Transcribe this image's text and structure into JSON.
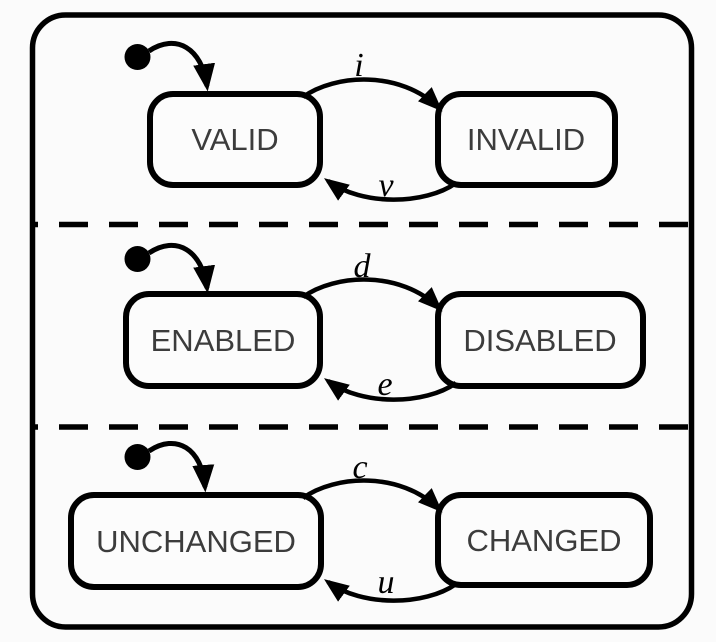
{
  "colors": {
    "line": "#000000",
    "state-text": "#3c3c3c",
    "label-text": "#000000",
    "page-bg": "#fbfbfb",
    "box-fill": "#fcfcfc"
  },
  "diagram": {
    "kind": "state-machine-with-concurrent-regions",
    "region_count": 3
  },
  "regions": [
    {
      "left_state": "VALID",
      "right_state": "INVALID",
      "forward_label": "i",
      "back_label": "v"
    },
    {
      "left_state": "ENABLED",
      "right_state": "DISABLED",
      "forward_label": "d",
      "back_label": "e"
    },
    {
      "left_state": "UNCHANGED",
      "right_state": "CHANGED",
      "forward_label": "c",
      "back_label": "u"
    }
  ]
}
